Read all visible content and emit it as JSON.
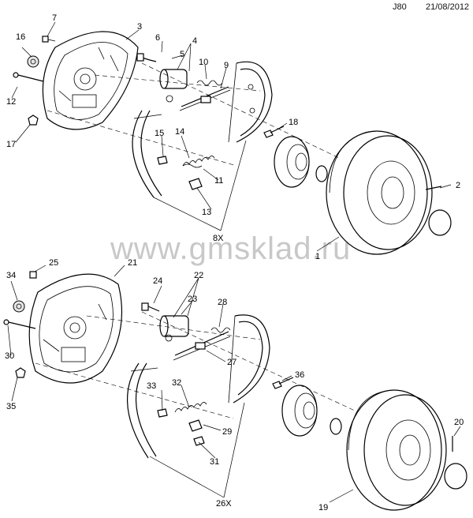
{
  "header": {
    "code": "J80",
    "date": "21/08/2012"
  },
  "watermark": "www.gmsklad.ru",
  "callouts": {
    "c1": "1",
    "c2": "2",
    "c3": "3",
    "c4": "4",
    "c5": "5",
    "c6": "6",
    "c7": "7",
    "c8x": "8X",
    "c9": "9",
    "c10": "10",
    "c11": "11",
    "c12": "12",
    "c13": "13",
    "c14": "14",
    "c15": "15",
    "c16": "16",
    "c17": "17",
    "c18": "18",
    "c19": "19",
    "c20": "20",
    "c21": "21",
    "c22": "22",
    "c23": "23",
    "c24": "24",
    "c25": "25",
    "c26x": "26X",
    "c27": "27",
    "c28": "28",
    "c29": "29",
    "c30": "30",
    "c31": "31",
    "c32": "32",
    "c33": "33",
    "c34": "34",
    "c35": "35",
    "c36": "36"
  }
}
